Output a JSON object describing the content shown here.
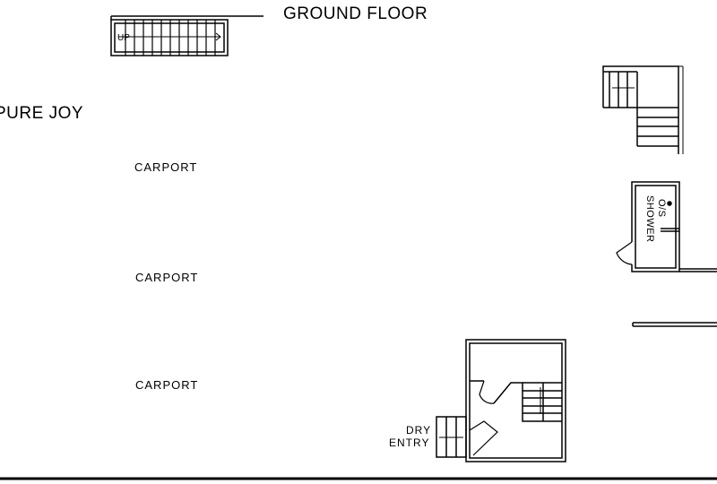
{
  "plan": {
    "title": "GROUND FLOOR",
    "project_name": "PURE JOY",
    "carport_labels": [
      "CARPORT",
      "CARPORT",
      "CARPORT"
    ],
    "shower_label_line1": "O/S",
    "shower_label_line2": "SHOWER",
    "entry_label_line1": "DRY",
    "entry_label_line2": "ENTRY"
  }
}
